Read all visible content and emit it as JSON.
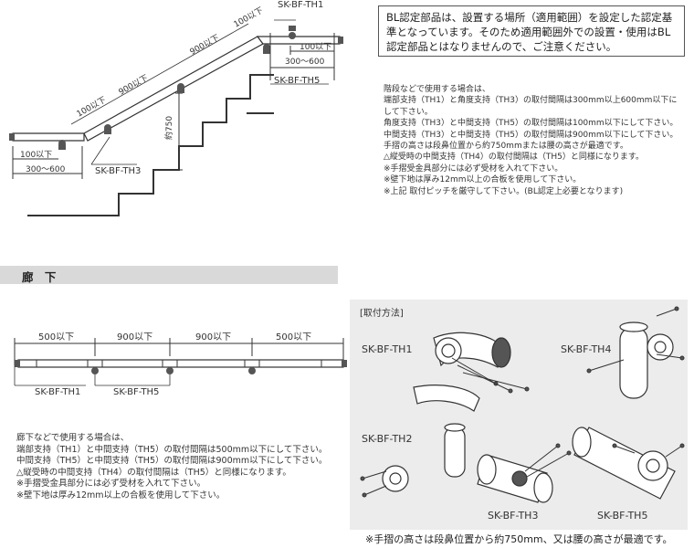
{
  "stair": {
    "label_top": "SK-BF-TH1",
    "label_right": "SK-BF-TH5",
    "label_left": "SK-BF-TH3",
    "dim_100_right": "100以下",
    "dim_range_right": "300～600",
    "dim_100_left": "100以下",
    "dim_range_left": "300～600",
    "dim_100_top": "100以下",
    "dim_900_top": "900以下",
    "dim_900_mid": "900以下",
    "dim_100_slope": "100以下",
    "height_750": "約750"
  },
  "bl_note": {
    "lines": [
      "BL認定部品は、設置する場所（適用範囲）を設定した認定基",
      "準となっています。そのため適用範囲外での設置・使用はBL",
      "認定部品とはなりませんので、ご注意ください。"
    ]
  },
  "stair_notes": {
    "lines": [
      "階段などで使用する場合は、",
      "端部支持（TH1）と角度支持（TH3）の取付間隔は300mm以上600mm以下に",
      "して下さい。",
      "角度支持（TH3）と中間支持（TH5）の取付間隔は100mm以下にして下さい。",
      "中間支持（TH3）と中間支持（TH5）の取付間隔は900mm以下にして下さい。",
      "手摺の高さは段鼻位置から約750mmまたは腰の高さが最適です。",
      "△縦受時の中間支持（TH4）の取付間隔は（TH5）と同様になります。",
      "※手摺受金具部分には必ず受材を入れて下さい。",
      "※壁下地は厚み12mm以上の合板を使用して下さい。",
      "※上記  取付ピッチを厳守して下さい。(BL認定上必要となります)"
    ]
  },
  "corridor": {
    "section_title": "廊 下",
    "dims": [
      "500以下",
      "900以下",
      "900以下",
      "500以下"
    ],
    "label_th1": "SK-BF-TH1",
    "label_th5": "SK-BF-TH5"
  },
  "corridor_notes": {
    "lines": [
      "廊下などで使用する場合は、",
      "端部支持（TH1）と中間支持（TH5）の取付間隔は500mm以下にして下さい。",
      "中間支持（TH5）と中間支持（TH5）の取付間隔は900mm以下にして下さい。",
      "△縦受時の中間支持（TH4）の取付間隔は（TH5）と同様になります。",
      "※手摺受金具部分には必ず受材を入れて下さい。",
      "※壁下地は厚み12mm以上の合板を使用して下さい。"
    ]
  },
  "mounting": {
    "title": "[取付方法]",
    "labels": {
      "th1": "SK-BF-TH1",
      "th4": "SK-BF-TH4",
      "th2": "SK-BF-TH2",
      "th3": "SK-BF-TH3",
      "th5": "SK-BF-TH5"
    },
    "footer": "※手摺の高さは段鼻位置から約750mm、又は腰の高さが最適です。"
  }
}
